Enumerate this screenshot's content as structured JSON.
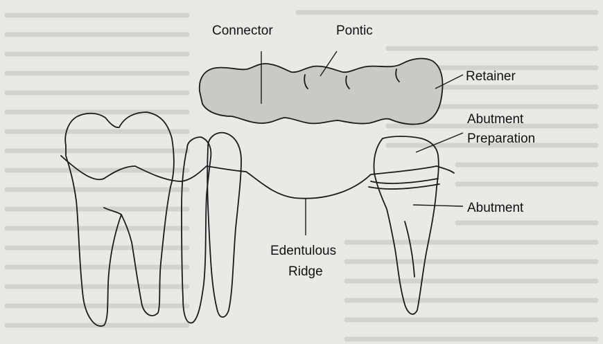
{
  "labels": {
    "connector": "Connector",
    "pontic": "Pontic",
    "retainer": "Retainer",
    "abutment_preparation_line1": "Abutment",
    "abutment_preparation_line2": "Preparation",
    "abutment": "Abutment",
    "edentulous_ridge_line1": "Edentulous",
    "edentulous_ridge_line2": "Ridge"
  },
  "colors": {
    "background": "#e9e9e6",
    "bridge_fill": "#c9c9c6",
    "outline": "#1a1a1a"
  }
}
